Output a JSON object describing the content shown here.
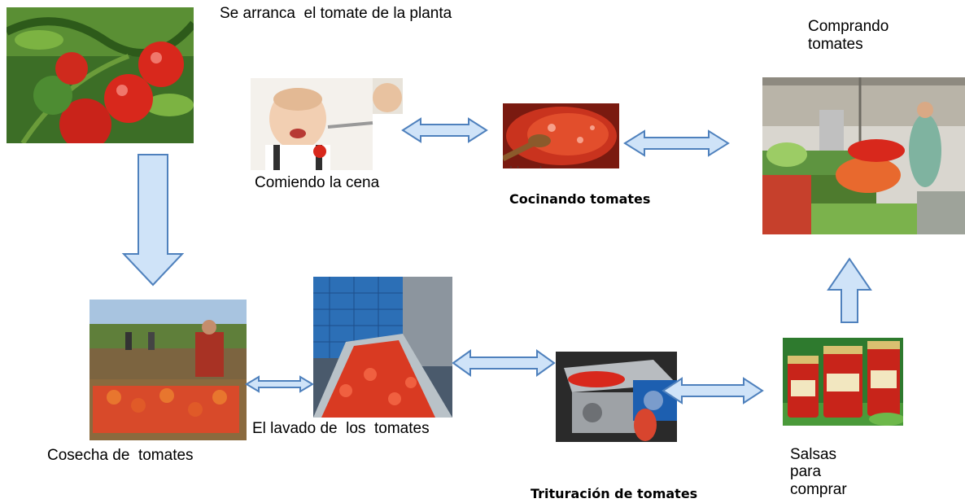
{
  "labels": {
    "plant": "Se arranca  el tomate de la planta",
    "eating": "Comiendo la cena",
    "cooking": "Cocinando tomates",
    "buying": "Comprando tomates",
    "harvest": "Cosecha de  tomates",
    "washing": "El lavado de  los  tomates",
    "crushing": "Trituración de tomates",
    "sauces": "Salsas para comprar"
  },
  "colors": {
    "arrow_fill": "#cfe3f8",
    "arrow_stroke": "#4f81bd",
    "tomato": "#d8281c",
    "leaf": "#3f7d24"
  }
}
